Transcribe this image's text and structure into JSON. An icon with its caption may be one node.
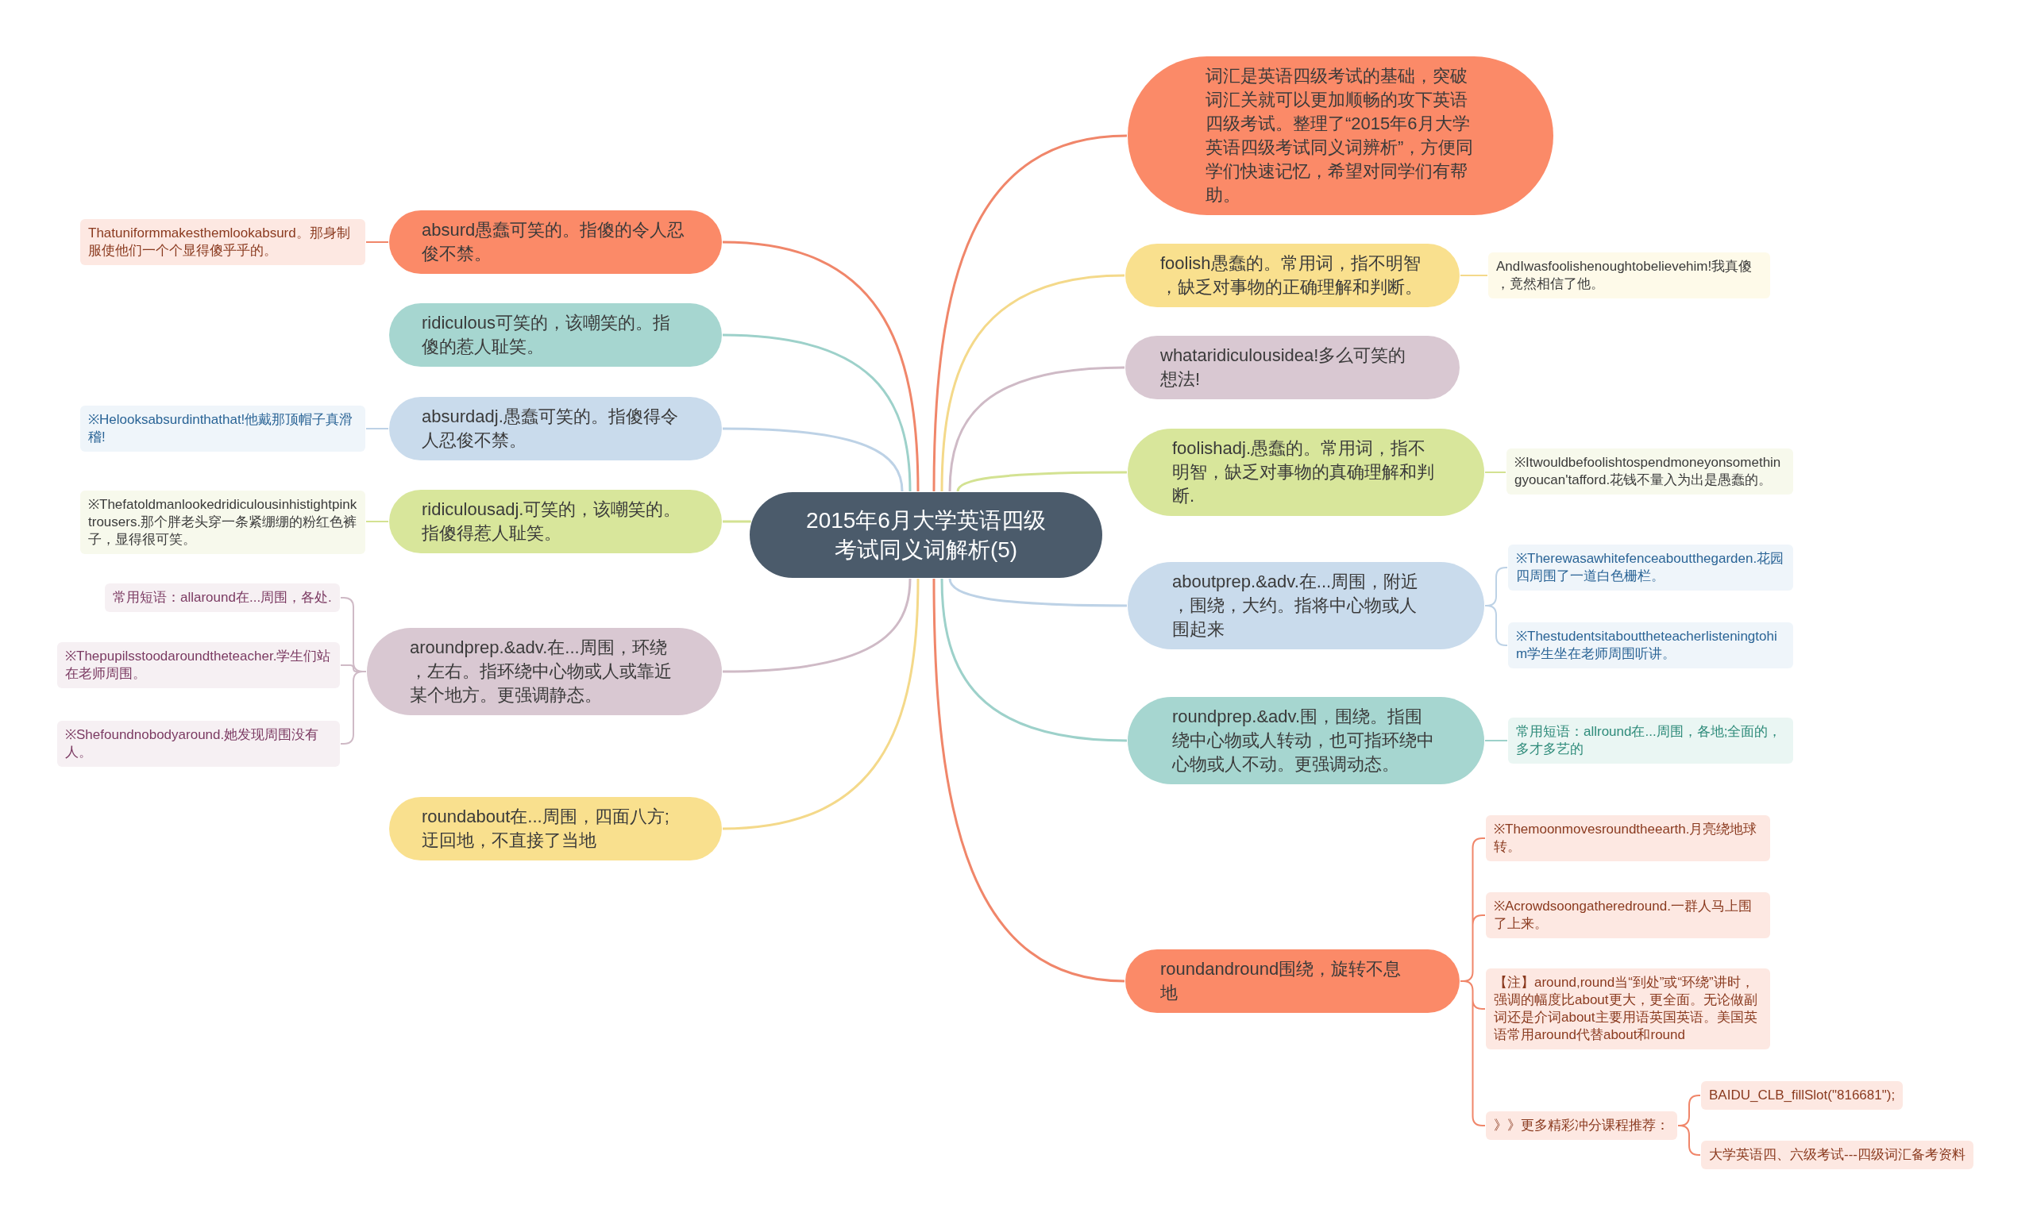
{
  "diagram": {
    "nodes": [
      {
        "text": [
          "2015年6月大学英语四级考试同义词解析(5)"
        ]
      },
      {
        "text": [
          "词汇是英语四级考试的基础，突破词汇关就可以更加顺畅的攻下英语四级考试。整理了“2015年6月大学英语四级考试同义词辨析”，方便同学们快速记忆，希望对同学们有帮助。"
        ]
      },
      {
        "text": [
          "foolish愚蠢的。常用词，指不明智，缺乏对事物的正确理解和判断。"
        ]
      },
      {
        "text": [
          "AndIwasfoolishenoughtobelievehim!我真傻，竟然相信了他。"
        ]
      },
      {
        "text": [
          "whataridiculousidea!多么可笑的想法!"
        ]
      },
      {
        "text": [
          "foolishadj.愚蠢的。常用词，指不明智，缺乏对事物的真确理解和判断."
        ]
      },
      {
        "text": [
          "※Itwouldbefoolishtospendmoneyonsomethingyoucan'tafford.花钱不量入为出是愚蠢的。"
        ]
      },
      {
        "text": [
          "aboutprep.&adv.在...周围，附近，围绕，大约。指将中心物或人围起来"
        ]
      },
      {
        "text": [
          "※Therewasawhitefenceaboutthegarden.花园四周围了一道白色栅栏。"
        ]
      },
      {
        "text": [
          "※Thestudentsitabouttheteacherlisteningtohim学生坐在老师周围听讲。"
        ]
      },
      {
        "text": [
          "roundprep.&adv.围，围绕。指围绕中心物或人转动，也可指环绕中心物或人不动。更强调动态。"
        ]
      },
      {
        "text": [
          "常用短语：allround在...周围，各地;全面的，多才多艺的"
        ]
      },
      {
        "text": [
          "roundandround围绕，旋转不息地"
        ]
      },
      {
        "text": [
          "※Themoonmovesroundtheearth.月亮绕地球转。"
        ]
      },
      {
        "text": [
          "※Acrowdsoongatheredround.一群人马上围了上来。"
        ]
      },
      {
        "text": [
          "【注】around,round当“到处”或“环绕”讲时，强调的幅度比about更大，更全面。无论做副词还是介词about主要用语英国英语。美国英语常用around代替about和round"
        ]
      },
      {
        "text": [
          "》》更多精彩冲分课程推荐："
        ]
      },
      {
        "text": [
          "BAIDU_CLB_fillSlot(\"816681\");"
        ]
      },
      {
        "text": [
          "大学英语四、六级考试---四级词汇备考资料"
        ]
      },
      {
        "text": [
          "absurd愚蠢可笑的。指傻的令人忍俊不禁。"
        ]
      },
      {
        "text": [
          "Thatuniformmakesthemlookabsurd。那身制服使他们一个个显得傻乎乎的。"
        ]
      },
      {
        "text": [
          "ridiculous可笑的，该嘲笑的。指傻的惹人耻笑。"
        ]
      },
      {
        "text": [
          "absurdadj.愚蠢可笑的。指傻得令人忍俊不禁。"
        ]
      },
      {
        "text": [
          "※Helooksabsurdinthathat!他戴那顶帽子真滑稽!"
        ]
      },
      {
        "text": [
          "ridiculousadj.可笑的，该嘲笑的。指傻得惹人耻笑。"
        ]
      },
      {
        "text": [
          "※Thefatoldmanlookedridiculousinhistightpinktrousers.那个胖老头穿一条紧绷绷的粉红色裤子，显得很可笑。"
        ]
      },
      {
        "text": [
          "aroundprep.&adv.在...周围，环绕，左右。指环绕中心物或人或靠近某个地方。更强调静态。"
        ]
      },
      {
        "text": [
          "常用短语：allaround在...周围，各处."
        ]
      },
      {
        "text": [
          "※Thepupilsstoodaroundtheteacher.学生们站在老师周围。"
        ]
      },
      {
        "text": [
          "※Shefoundnobodyaround.她发现周围没有人。"
        ]
      },
      {
        "text": [
          "roundabout在...周围，四面八方;迂回地，不直接了当地"
        ]
      }
    ],
    "edges": [
      {
        "from": 0,
        "to": 1,
        "arrow": "none",
        "color": "#f0866a"
      },
      {
        "from": 0,
        "to": 2,
        "arrow": "none",
        "color": "#f4d98a"
      },
      {
        "from": 2,
        "to": 3,
        "arrow": "none",
        "color": "#f4d98a"
      },
      {
        "from": 0,
        "to": 4,
        "arrow": "none",
        "color": "#cfbac6"
      },
      {
        "from": 0,
        "to": 5,
        "arrow": "none",
        "color": "#d3e292"
      },
      {
        "from": 5,
        "to": 6,
        "arrow": "none",
        "color": "#d3e292"
      },
      {
        "from": 0,
        "to": 7,
        "arrow": "none",
        "color": "#bdd2e6"
      },
      {
        "from": 7,
        "to": 8,
        "arrow": "none",
        "color": "#bdd2e6"
      },
      {
        "from": 7,
        "to": 9,
        "arrow": "none",
        "color": "#bdd2e6"
      },
      {
        "from": 0,
        "to": 10,
        "arrow": "none",
        "color": "#9dd1ca"
      },
      {
        "from": 10,
        "to": 11,
        "arrow": "none",
        "color": "#9dd1ca"
      },
      {
        "from": 0,
        "to": 12,
        "arrow": "none",
        "color": "#f0866a"
      },
      {
        "from": 12,
        "to": 13,
        "arrow": "none",
        "color": "#f0866a"
      },
      {
        "from": 12,
        "to": 14,
        "arrow": "none",
        "color": "#f0866a"
      },
      {
        "from": 12,
        "to": 15,
        "arrow": "none",
        "color": "#f0866a"
      },
      {
        "from": 12,
        "to": 16,
        "arrow": "none",
        "color": "#f0866a"
      },
      {
        "from": 16,
        "to": 17,
        "arrow": "none",
        "color": "#f0866a"
      },
      {
        "from": 16,
        "to": 18,
        "arrow": "none",
        "color": "#f0866a"
      },
      {
        "from": 0,
        "to": 19,
        "arrow": "none",
        "color": "#f0866a"
      },
      {
        "from": 19,
        "to": 20,
        "arrow": "none",
        "color": "#f0866a"
      },
      {
        "from": 0,
        "to": 21,
        "arrow": "none",
        "color": "#9dd1ca"
      },
      {
        "from": 0,
        "to": 22,
        "arrow": "none",
        "color": "#bdd2e6"
      },
      {
        "from": 22,
        "to": 23,
        "arrow": "none",
        "color": "#bdd2e6"
      },
      {
        "from": 0,
        "to": 24,
        "arrow": "none",
        "color": "#d3e292"
      },
      {
        "from": 24,
        "to": 25,
        "arrow": "none",
        "color": "#d3e292"
      },
      {
        "from": 0,
        "to": 26,
        "arrow": "none",
        "color": "#cfbac6"
      },
      {
        "from": 26,
        "to": 27,
        "arrow": "none",
        "color": "#cfbac6"
      },
      {
        "from": 26,
        "to": 28,
        "arrow": "none",
        "color": "#cfbac6"
      },
      {
        "from": 26,
        "to": 29,
        "arrow": "none",
        "color": "#cfbac6"
      },
      {
        "from": 0,
        "to": 30,
        "arrow": "none",
        "color": "#f4d98a"
      }
    ]
  }
}
